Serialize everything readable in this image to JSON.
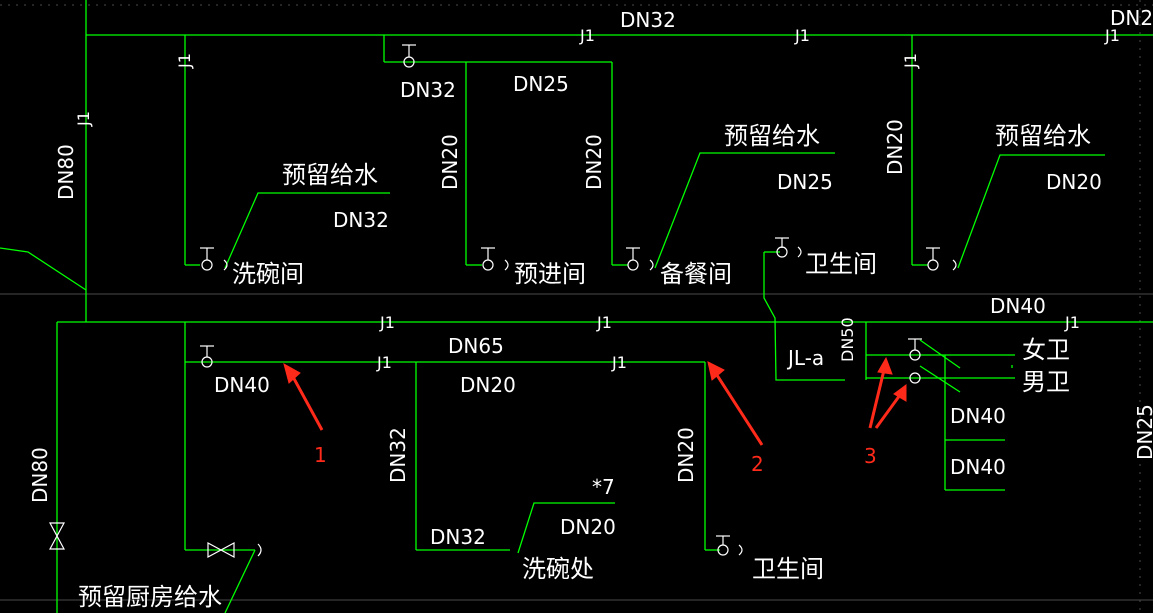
{
  "colors": {
    "background": "#000000",
    "pipe": "#00ff00",
    "text": "#ffffff",
    "annotation": "#ff2a1a",
    "grid": "#4a4a4a"
  },
  "sizes": {
    "top_main": "DN32",
    "top_right": "DN25",
    "riser_left": "DN80",
    "branch_a": "DN32",
    "branch_b": "DN25",
    "drop_1": "DN20",
    "drop_2": "DN20",
    "reserve_1_size": "DN32",
    "reserve_2_size": "DN25",
    "reserve_3_size": "DN20",
    "drop_3": "DN20",
    "mid_right": "DN40",
    "main2_size": "DN65",
    "dn40_left": "DN40",
    "dn20_mid": "DN20",
    "dn32_vert": "DN32",
    "dn20_vert": "DN20",
    "dn32_bottom": "DN32",
    "dn20_bottom": "DN20",
    "dn50": "DN50",
    "dn40_a": "DN40",
    "dn40_b": "DN40",
    "riser_lower": "DN80",
    "right_edge": "DN25"
  },
  "pipe_tags": {
    "j1": "J1",
    "jl_a": "JL-a",
    "star7": "*7"
  },
  "rooms": {
    "reserve_water": "预留给水",
    "wash_bowl_room": "洗碗间",
    "pre_entry_room": "预进间",
    "pantry_room": "备餐间",
    "toilet_room": "卫生间",
    "female_toilet": "女卫",
    "male_toilet": "男卫",
    "wash_bowl_place": "洗碗处",
    "reserve_kitchen": "预留厨房给水"
  },
  "annotations": [
    "1",
    "2",
    "3"
  ]
}
